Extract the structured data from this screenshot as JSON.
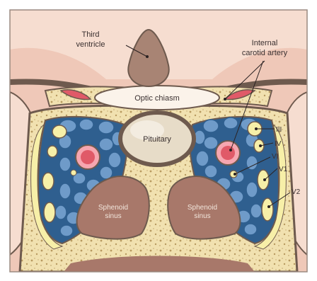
{
  "diagram": {
    "labels": {
      "third_ventricle_line1": "Third",
      "third_ventricle_line2": "ventricle",
      "internal_carotid_line1": "Internal",
      "internal_carotid_line2": "carotid artery",
      "optic_chiasm": "Optic chiasm",
      "pituitary": "Pituitary",
      "sphenoid_left_line1": "Sphenoid",
      "sphenoid_left_line2": "sinus",
      "sphenoid_right_line1": "Sphenoid",
      "sphenoid_right_line2": "sinus",
      "nerve_iii": "III",
      "nerve_iv": "IV",
      "nerve_vi": "VI",
      "nerve_v1": "V1",
      "nerve_v2": "V2"
    },
    "colors": {
      "brain": "#efc8b8",
      "brain_light": "#f6ddd0",
      "dura": "#6e5a4e",
      "bone": "#f1e1b0",
      "bone_dots": "#b89a60",
      "sinus_cavity": "#a8786a",
      "ventricle": "#a88474",
      "chiasm": "#fbf3ea",
      "pituitary": "#e7dcc8",
      "venous_blue": "#6f9bc9",
      "venous_blue_dark": "#2f5f8f",
      "nerve_yellow": "#f7efa8",
      "artery_red": "#e05a68",
      "artery_pink": "#f6a6b0"
    }
  }
}
